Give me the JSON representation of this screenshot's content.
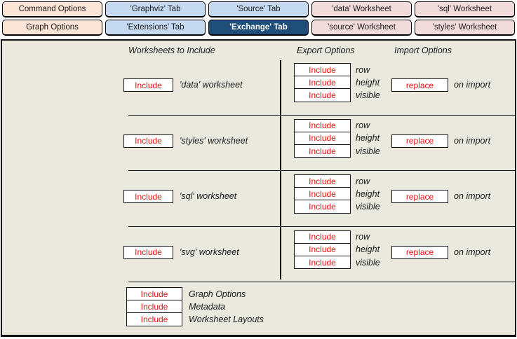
{
  "palette": {
    "command_fill": "#FCE4D6",
    "tab_fill": "#C5D9F0",
    "tab_selected_fill": "#1F4E79",
    "tab_selected_text": "#FFFFFF",
    "worksheet_fill": "#F2DCDB",
    "action_text": "#E81111",
    "panel_bg": "#EBE9DD",
    "border": "#141414"
  },
  "toolbar": {
    "row1": [
      {
        "label": "Command Options"
      },
      {
        "label": "'Graphviz' Tab"
      },
      {
        "label": "'Source' Tab"
      },
      {
        "label": "'data' Worksheet"
      },
      {
        "label": "'sql' Worksheet"
      }
    ],
    "row2": [
      {
        "label": "Graph Options"
      },
      {
        "label": "'Extensions' Tab"
      },
      {
        "label": "'Exchange' Tab"
      },
      {
        "label": "'source' Worksheet"
      },
      {
        "label": "'styles' Worksheet"
      }
    ],
    "selected_tab": "'Exchange' Tab"
  },
  "panel": {
    "column_headers": {
      "worksheets": "Worksheets to Include",
      "export": "Export Options",
      "import": "Import Options"
    },
    "sections": [
      {
        "include_button": "Include",
        "worksheet_label": "'data' worksheet",
        "export_options": [
          {
            "button": "Include",
            "label": "row"
          },
          {
            "button": "Include",
            "label": "height"
          },
          {
            "button": "Include",
            "label": "visible"
          }
        ],
        "import_button": "replace",
        "import_label": "on import"
      },
      {
        "include_button": "Include",
        "worksheet_label": "'styles' worksheet",
        "export_options": [
          {
            "button": "Include",
            "label": "row"
          },
          {
            "button": "Include",
            "label": "height"
          },
          {
            "button": "Include",
            "label": "visible"
          }
        ],
        "import_button": "replace",
        "import_label": "on import"
      },
      {
        "include_button": "Include",
        "worksheet_label": "'sql' worksheet",
        "export_options": [
          {
            "button": "Include",
            "label": "row"
          },
          {
            "button": "Include",
            "label": "height"
          },
          {
            "button": "Include",
            "label": "visible"
          }
        ],
        "import_button": "replace",
        "import_label": "on import"
      },
      {
        "include_button": "Include",
        "worksheet_label": "'svg' worksheet",
        "export_options": [
          {
            "button": "Include",
            "label": "row"
          },
          {
            "button": "Include",
            "label": "height"
          },
          {
            "button": "Include",
            "label": "visible"
          }
        ],
        "import_button": "replace",
        "import_label": "on import"
      }
    ],
    "footer_options": [
      {
        "button": "Include",
        "label": "Graph Options"
      },
      {
        "button": "Include",
        "label": "Metadata"
      },
      {
        "button": "Include",
        "label": "Worksheet Layouts"
      }
    ]
  }
}
